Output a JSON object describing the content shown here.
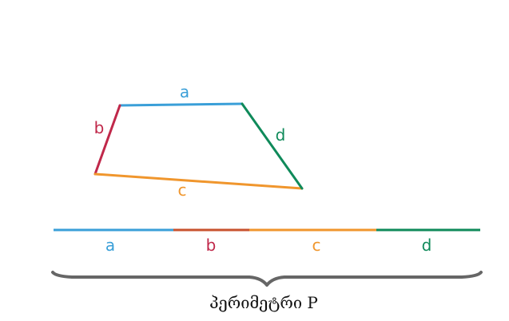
{
  "colors": {
    "a": "#3a9fd8",
    "b": "#c0284a",
    "b_segment": "#c8522e",
    "c": "#f0962d",
    "d": "#0f8a5a",
    "brace": "#666666"
  },
  "shape": {
    "side_a": "a",
    "side_b": "b",
    "side_c": "c",
    "side_d": "d"
  },
  "segments": {
    "a": "a",
    "b": "b",
    "c": "c",
    "d": "d"
  },
  "caption": "პერიმეტრი P"
}
